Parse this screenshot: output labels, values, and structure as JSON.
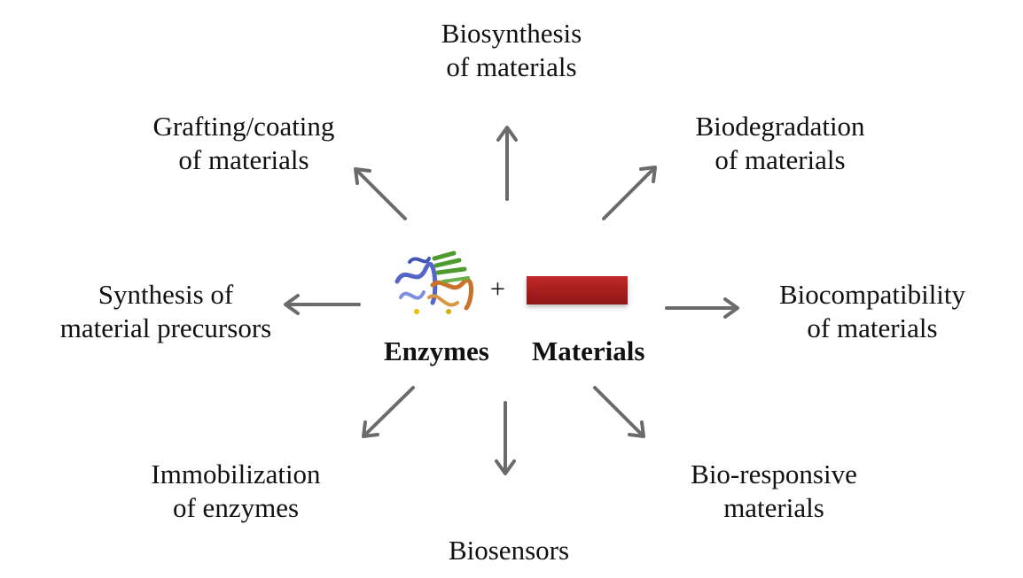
{
  "diagram": {
    "center": {
      "enzymes_label": "Enzymes",
      "materials_label": "Materials",
      "plus_sign": "+",
      "enzyme_icon": "protein-structure-icon",
      "materials_icon": "red-material-bar-icon",
      "materials_color": "#b22222"
    },
    "branches": [
      {
        "id": "biosynthesis",
        "lines": [
          "Biosynthesis",
          "of materials"
        ]
      },
      {
        "id": "biodegradation",
        "lines": [
          "Biodegradation",
          "of materials"
        ]
      },
      {
        "id": "biocompatibility",
        "lines": [
          "Biocompatibility",
          "of materials"
        ]
      },
      {
        "id": "bio-responsive",
        "lines": [
          "Bio-responsive",
          "materials"
        ]
      },
      {
        "id": "biosensors",
        "lines": [
          "Biosensors"
        ]
      },
      {
        "id": "immobilization",
        "lines": [
          "Immobilization",
          "of enzymes"
        ]
      },
      {
        "id": "synthesis-precursors",
        "lines": [
          "Synthesis of",
          "material precursors"
        ]
      },
      {
        "id": "grafting-coating",
        "lines": [
          "Grafting/coating",
          "of materials"
        ]
      }
    ],
    "arrow_color": "#6b6b6b"
  }
}
